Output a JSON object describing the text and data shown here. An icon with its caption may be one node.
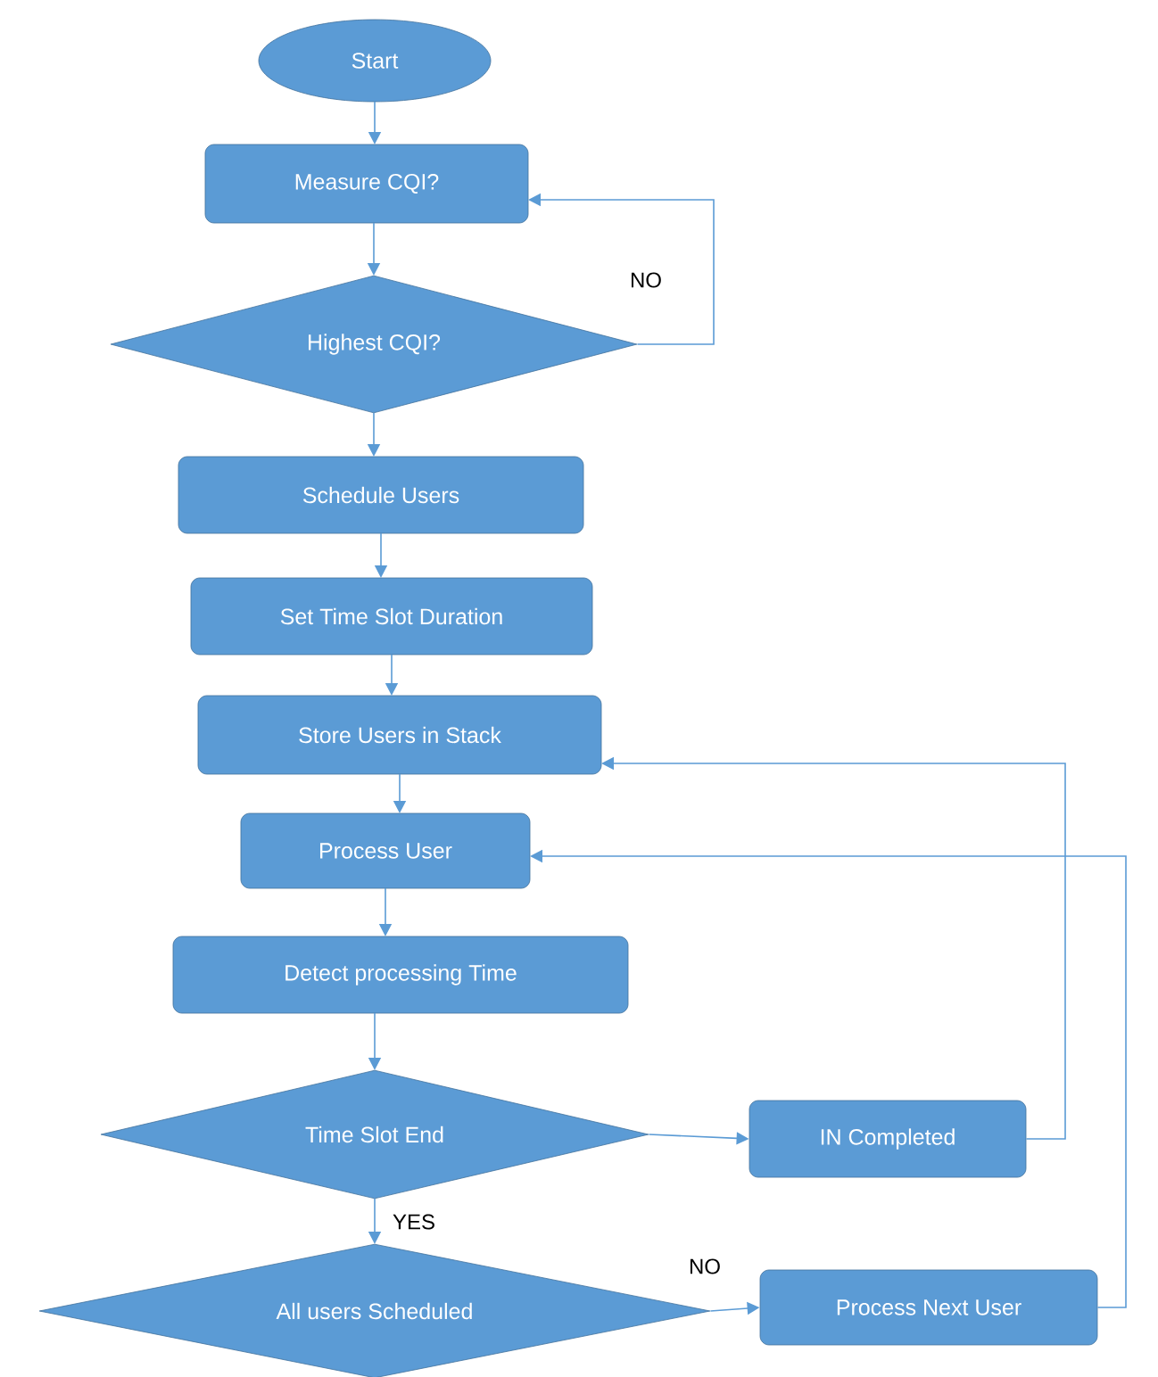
{
  "diagram": {
    "nodes": [
      {
        "text": [
          "Start"
        ]
      },
      {
        "text": [
          "Measure CQI?"
        ]
      },
      {
        "text": [
          "Highest CQI?"
        ]
      },
      {
        "text": [
          "Schedule Users"
        ]
      },
      {
        "text": [
          "Set Time Slot Duration"
        ]
      },
      {
        "text": [
          "Store Users in Stack"
        ]
      },
      {
        "text": [
          "Process User"
        ]
      },
      {
        "text": [
          "Detect processing Time"
        ]
      },
      {
        "text": [
          "Time Slot End"
        ]
      },
      {
        "text": [
          "IN Completed"
        ]
      },
      {
        "text": [
          "All users Scheduled"
        ]
      },
      {
        "text": [
          "Process Next User"
        ]
      }
    ],
    "edges": [
      {
        "from": 0,
        "to": 1,
        "arrow": "to"
      },
      {
        "from": 1,
        "to": 2,
        "arrow": "to"
      },
      {
        "from": 2,
        "to": 1,
        "arrow": "to",
        "label": "NO"
      },
      {
        "from": 2,
        "to": 3,
        "arrow": "to"
      },
      {
        "from": 3,
        "to": 4,
        "arrow": "to"
      },
      {
        "from": 4,
        "to": 5,
        "arrow": "to"
      },
      {
        "from": 5,
        "to": 6,
        "arrow": "to"
      },
      {
        "from": 6,
        "to": 7,
        "arrow": "to"
      },
      {
        "from": 7,
        "to": 8,
        "arrow": "to"
      },
      {
        "from": 8,
        "to": 9,
        "arrow": "to"
      },
      {
        "from": 8,
        "to": 10,
        "arrow": "to",
        "label": "YES"
      },
      {
        "from": 10,
        "to": 11,
        "arrow": "to",
        "label": "NO"
      },
      {
        "from": 9,
        "to": 5,
        "arrow": "to"
      },
      {
        "from": 11,
        "to": 6,
        "arrow": "to"
      }
    ]
  }
}
